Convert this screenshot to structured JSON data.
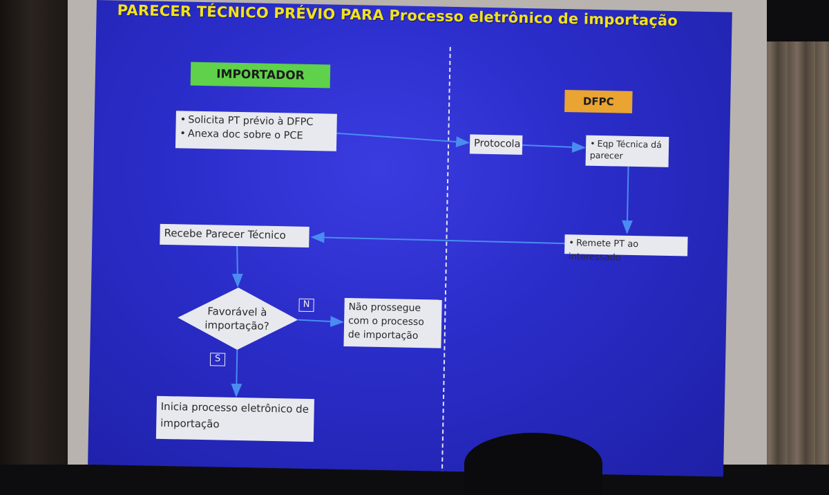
{
  "slide": {
    "title": "PARECER TÉCNICO PRÉVIO PARA Processo eletrônico de importação",
    "lanes": {
      "left_header": "IMPORTADOR",
      "right_header": "DFPC"
    },
    "steps": {
      "solicita": [
        "Solicita PT prévio à DFPC",
        "Anexa doc sobre o PCE"
      ],
      "protocolo": "Protocola",
      "eqp": "Eqp Técnica dá parecer",
      "remete": "Remete PT ao interessado",
      "recebe": "Recebe Parecer Técnico",
      "decision": "Favorável à importação?",
      "nao_prossegue": "Não prossegue com o processo de importação",
      "inicia": "Inicia processo eletrônico de importação"
    },
    "branch_labels": {
      "no": "N",
      "yes": "S"
    },
    "colors": {
      "background": "#2a2cc8",
      "title": "#f2e21c",
      "importador_header": "#5fd14a",
      "dfpc_header": "#e9a431",
      "arrow": "#4a8cf0",
      "box": "#e7e9ee"
    }
  }
}
